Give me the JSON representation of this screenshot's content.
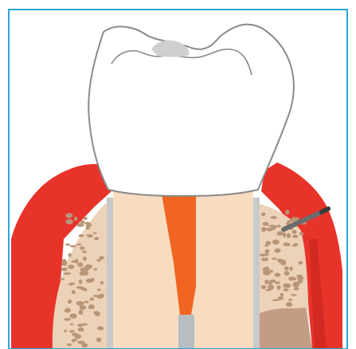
{
  "figure": {
    "kind": "tooth-cross-section-illustration",
    "structures": [
      "crown",
      "enamel-fissure",
      "root",
      "root-canal-filling",
      "root-apex",
      "gingiva",
      "alveolar-bone",
      "periodontal-probe",
      "bone-defect"
    ]
  },
  "colors": {
    "frame": "#2aa7d8",
    "background": "#ffffff",
    "crown_fill": "#ffffff",
    "crown_stroke": "#8a8a8a",
    "enamel_spot": "#cfcfcf",
    "root": "#f8dcc0",
    "root_canal_filling": "#f06521",
    "root_apex": "#b7bdc1",
    "gingiva": "#e8332a",
    "gingiva_shadow": "#b81f1a",
    "bone": "#ecd2b8",
    "bone_pore": "#b89577",
    "periodontal_ligament": "#c9c9c9",
    "bone_defect": "#c29d84",
    "probe": "#6b6b6b"
  }
}
